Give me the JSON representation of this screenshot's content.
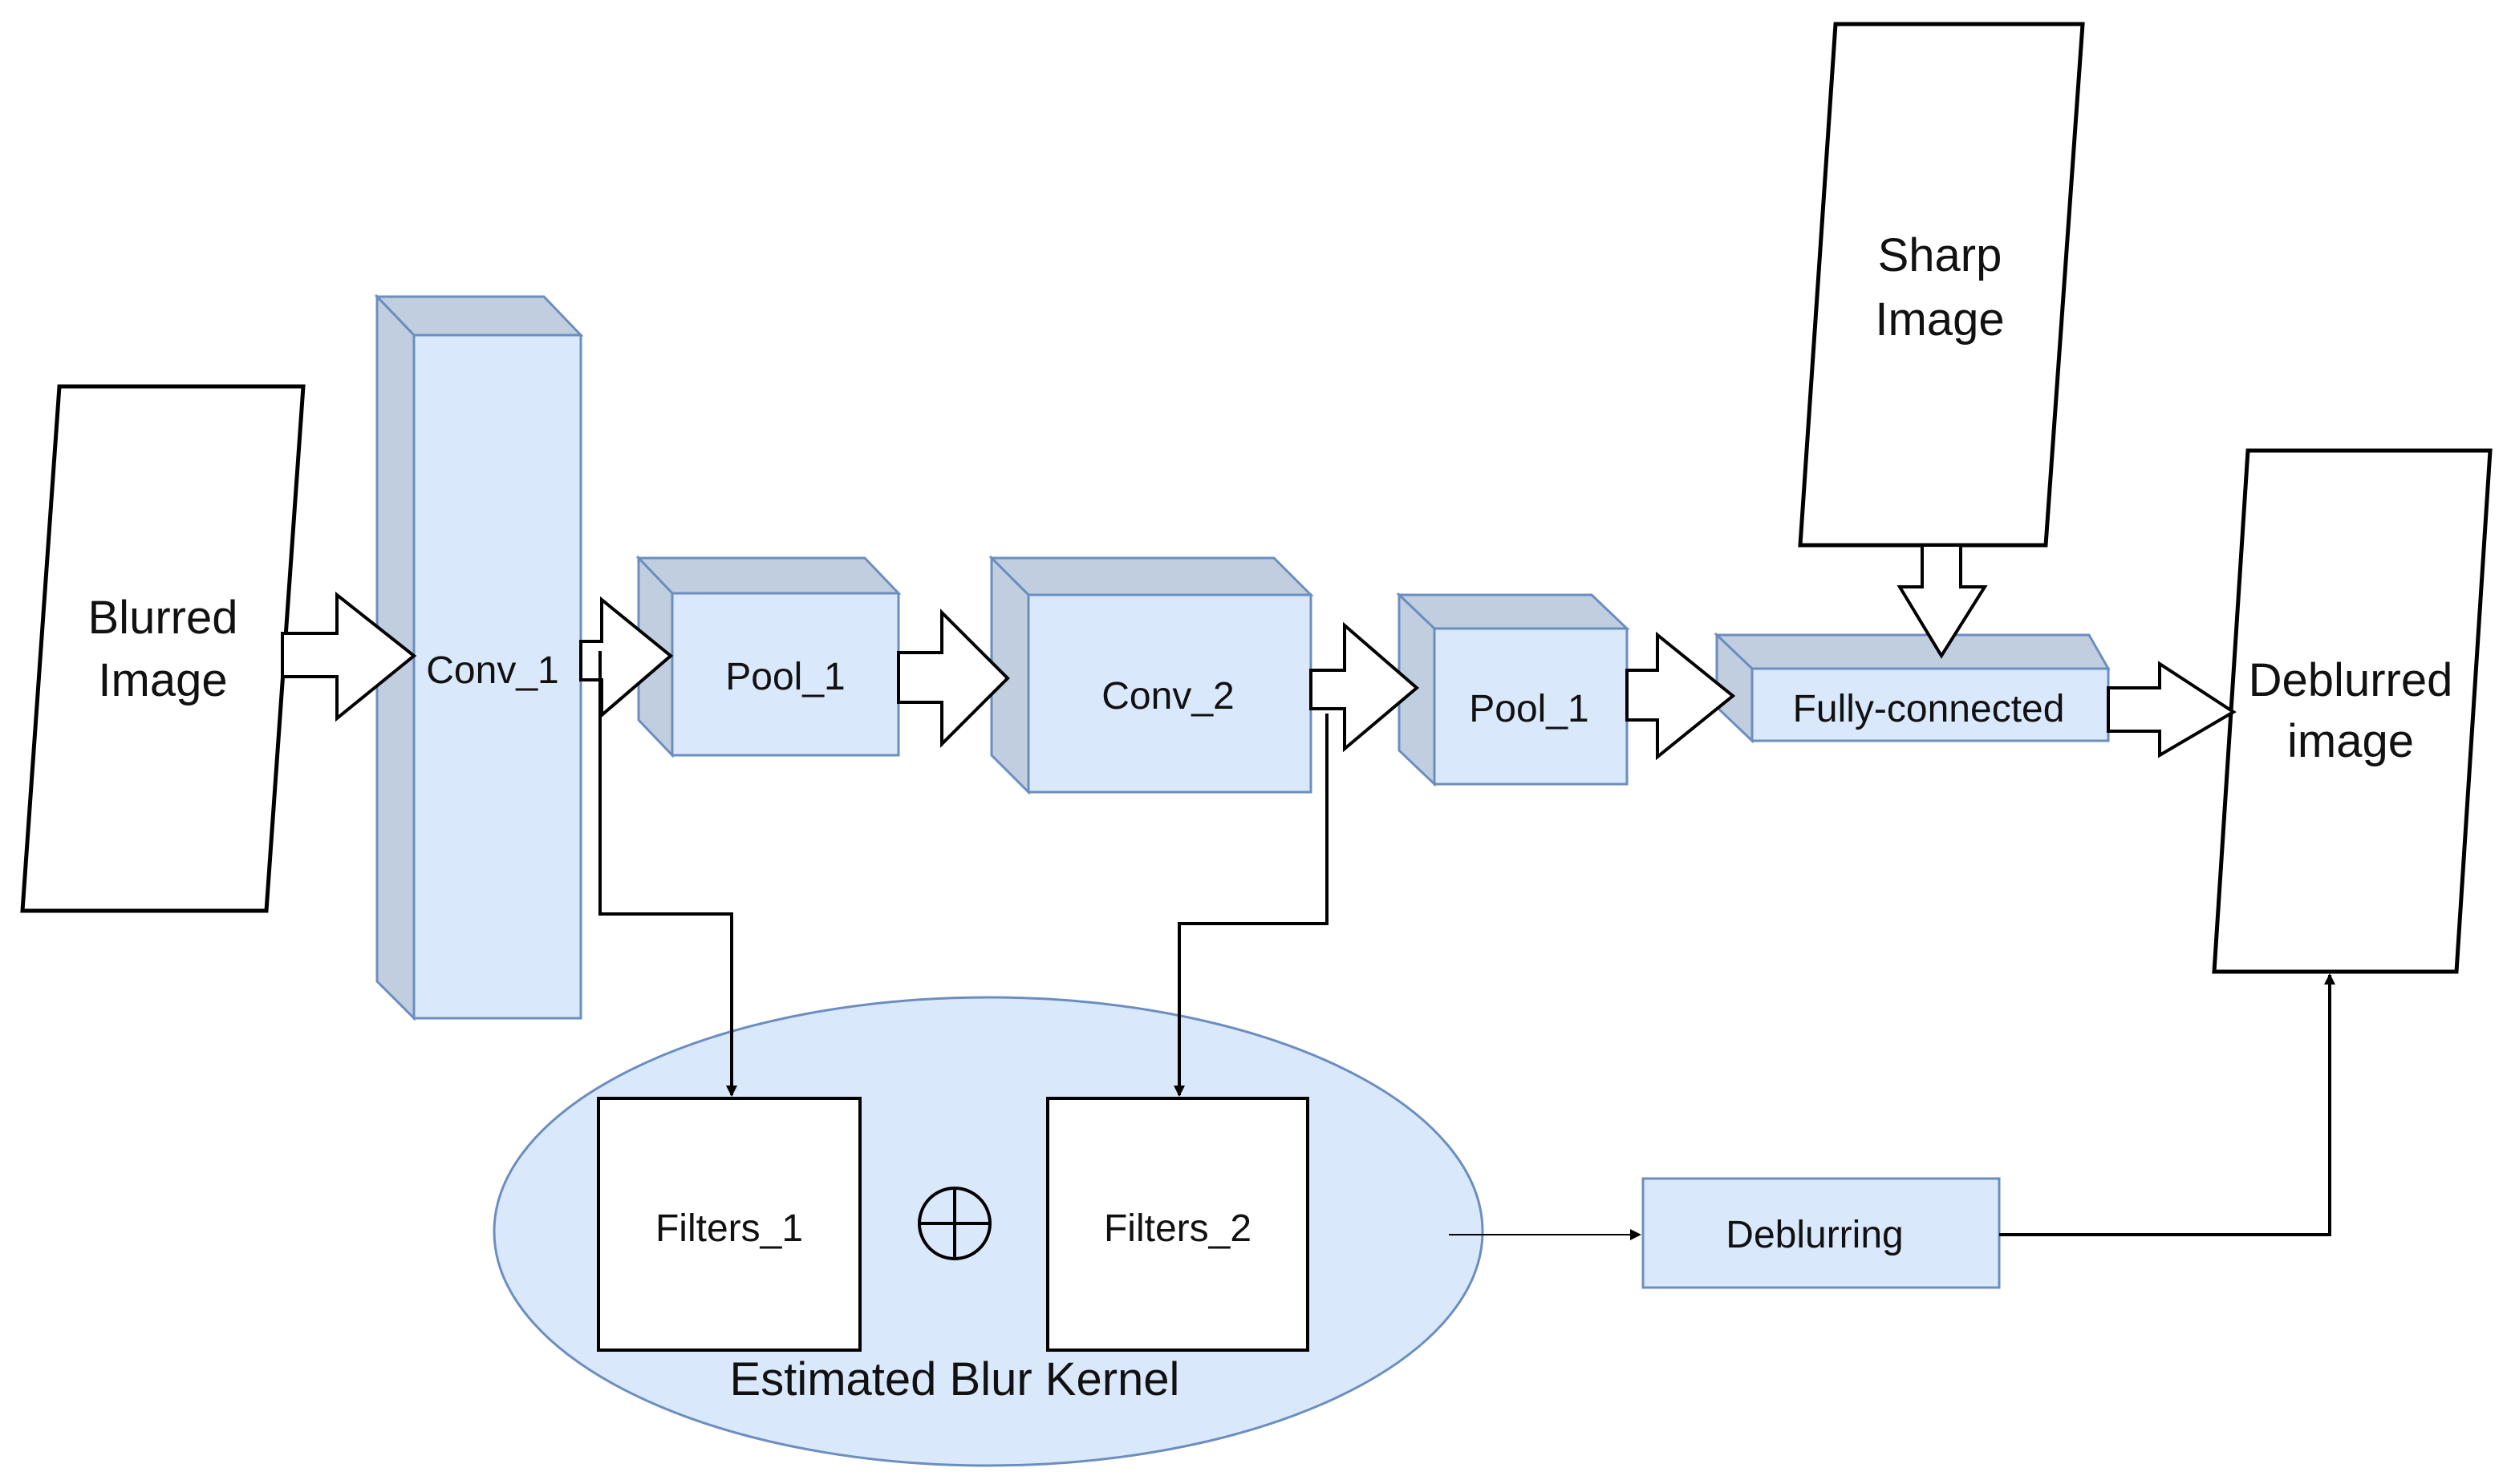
{
  "colors": {
    "block_fill": "#dae8fc",
    "block_side": "#c0cee0",
    "block_stroke": "#6c8ebf",
    "line": "#000000",
    "text": "#111111"
  },
  "nodes": {
    "blurred_image": {
      "line1": "Blurred",
      "line2": "Image"
    },
    "conv_1": "Conv_1",
    "pool_1_first": "Pool_1",
    "conv_2": "Conv_2",
    "pool_1_second": "Pool_1",
    "fully_connected": "Fully-connected",
    "sharp_image": {
      "line1": "Sharp",
      "line2": "Image"
    },
    "deblurred_image": {
      "line1": "Deblurred",
      "line2": "image"
    },
    "filters_1": "Filters_1",
    "filters_2": "Filters_2",
    "estimated_blur_kernel": "Estimated Blur Kernel",
    "deblurring": "Deblurring",
    "combine_symbol": "oplus-icon"
  }
}
